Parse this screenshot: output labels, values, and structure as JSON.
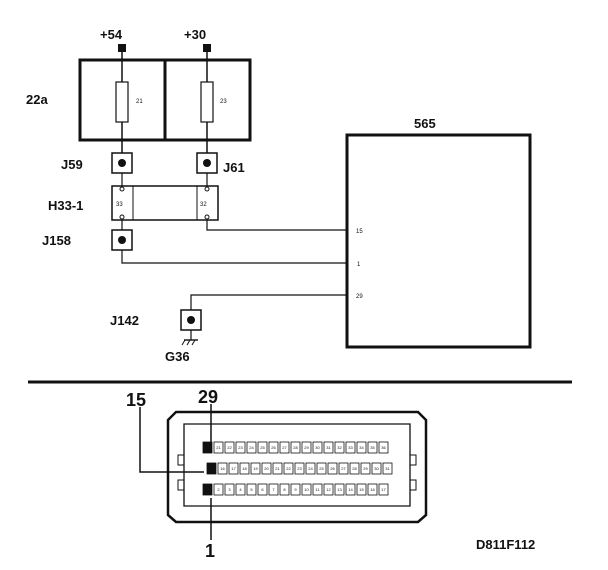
{
  "diagram": {
    "supply_54": "+54",
    "supply_30": "+30",
    "fuse_box": "22a",
    "fuse_21": "21",
    "fuse_23": "23",
    "connector_j59": "J59",
    "connector_j61": "J61",
    "connector_h33": "H33-1",
    "h33_pin_33": "33",
    "h33_pin_32": "32",
    "connector_j158": "J158",
    "connector_j142": "J142",
    "ground_g36": "G36",
    "module_565": "565",
    "module_pin_15": "15",
    "module_pin_1": "1",
    "module_pin_29": "29",
    "callout_15": "15",
    "callout_29": "29",
    "callout_1": "1",
    "drawing_id": "D811F112",
    "connector_row_top": [
      "29",
      "21",
      "22",
      "23",
      "24",
      "25",
      "26",
      "27",
      "28",
      "29",
      "30",
      "31",
      "32",
      "33",
      "34",
      "35",
      "36"
    ],
    "connector_row_mid": [
      "15",
      "16",
      "17",
      "18",
      "19",
      "20",
      "21",
      "22",
      "23",
      "24",
      "25",
      "26",
      "27",
      "28",
      "29",
      "30",
      "31"
    ],
    "connector_row_bottom": [
      "1",
      "2",
      "3",
      "4",
      "5",
      "6",
      "7",
      "8",
      "9",
      "10",
      "11",
      "12",
      "13",
      "14",
      "15",
      "16",
      "17"
    ]
  }
}
